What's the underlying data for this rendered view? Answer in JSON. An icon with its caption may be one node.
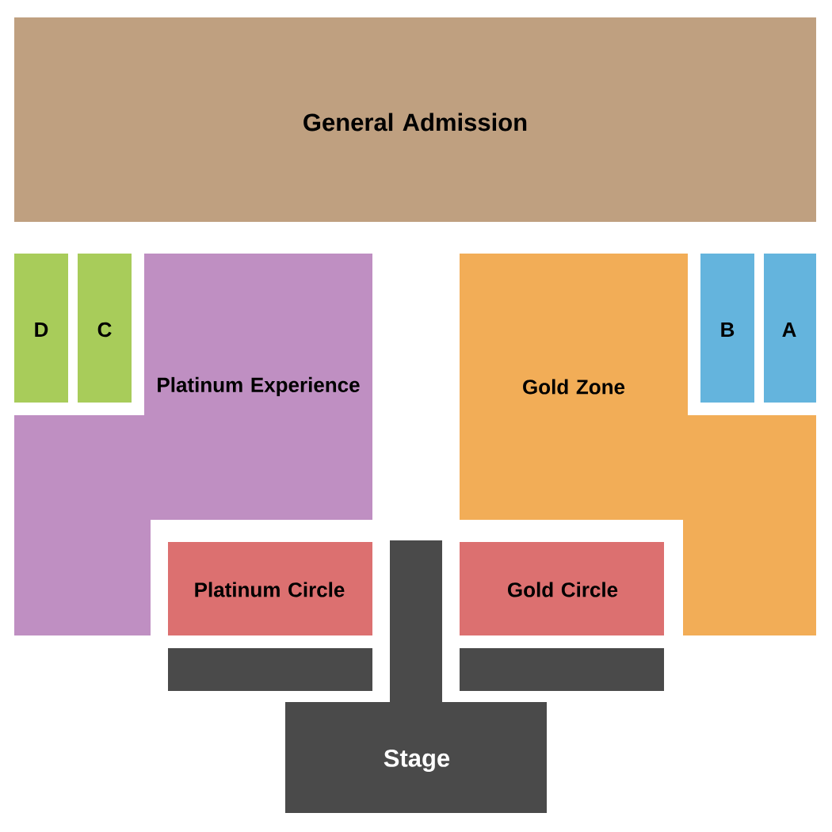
{
  "diagram": {
    "nodes": [
      {
        "text": [
          "General Admission"
        ]
      },
      {
        "text": [
          "D"
        ]
      },
      {
        "text": [
          "C"
        ]
      },
      {
        "text": [
          "Platinum Experience"
        ]
      },
      {
        "text": [
          "Gold Zone"
        ]
      },
      {
        "text": [
          "B"
        ]
      },
      {
        "text": [
          "A"
        ]
      },
      {
        "text": [
          "Platinum Circle"
        ]
      },
      {
        "text": [
          "Gold Circle"
        ]
      },
      {
        "text": [],
        "shape": "bar"
      },
      {
        "text": [],
        "shape": "bar"
      },
      {
        "text": [
          "Stage"
        ]
      }
    ]
  }
}
